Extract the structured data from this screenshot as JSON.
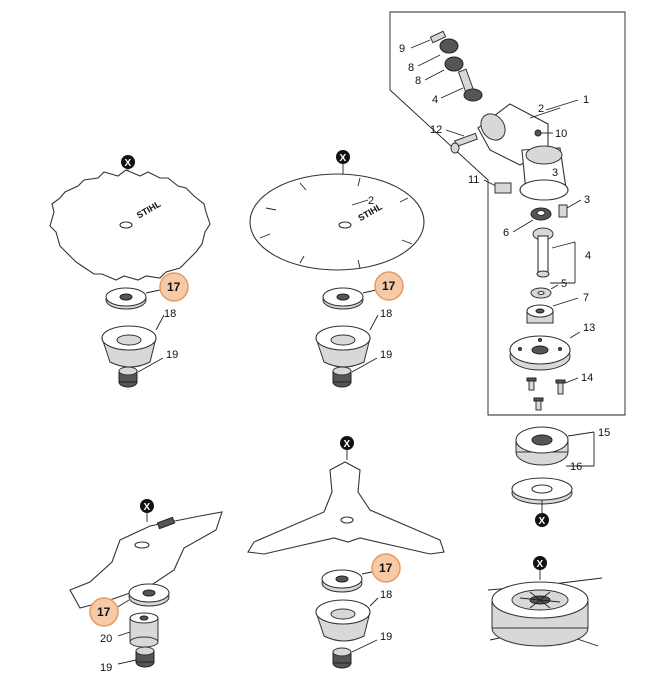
{
  "labels": {
    "n1": "1",
    "n2": "2",
    "n3": "3",
    "n4": "4",
    "n5": "5",
    "n6": "6",
    "n7": "7",
    "n8": "8",
    "n9": "9",
    "n10": "10",
    "n11": "11",
    "n12": "12",
    "n13": "13",
    "n14": "14",
    "n15": "15",
    "n16": "16",
    "n17": "17",
    "n18": "18",
    "n19": "19",
    "n20": "20",
    "x": "X"
  },
  "brand": "STIHL",
  "colors": {
    "highlight_fill": "#f6c9a7",
    "highlight_stroke": "#e59a62",
    "marker": "#111111"
  }
}
